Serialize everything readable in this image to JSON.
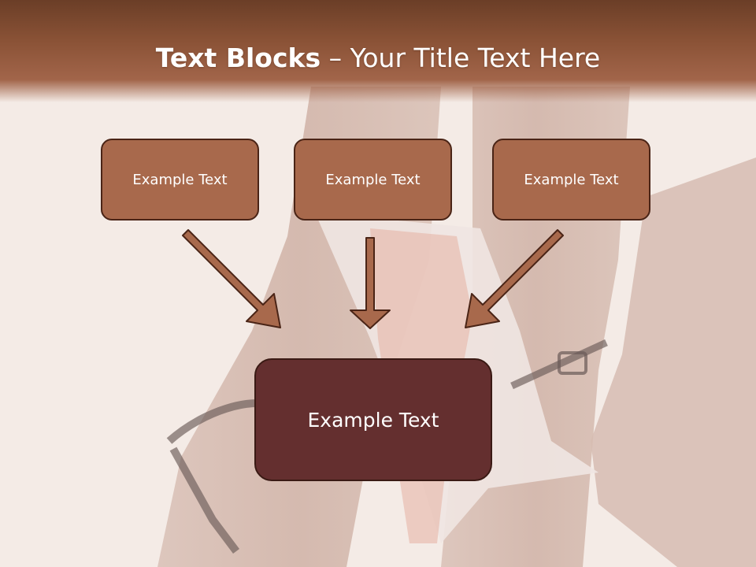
{
  "slide": {
    "title_bold": "Text Blocks",
    "title_rest": " – Your Title Text Here",
    "boxes": [
      {
        "label": "Example Text"
      },
      {
        "label": "Example Text"
      },
      {
        "label": "Example Text"
      }
    ],
    "main_box": {
      "label": "Example Text"
    }
  },
  "colors": {
    "header": "#8a5236",
    "box_fill": "#a8694c",
    "box_border": "#4a2416",
    "main_box_fill": "#642f2f",
    "arrow_fill": "#a8694c",
    "arrow_stroke": "#4a2416"
  }
}
